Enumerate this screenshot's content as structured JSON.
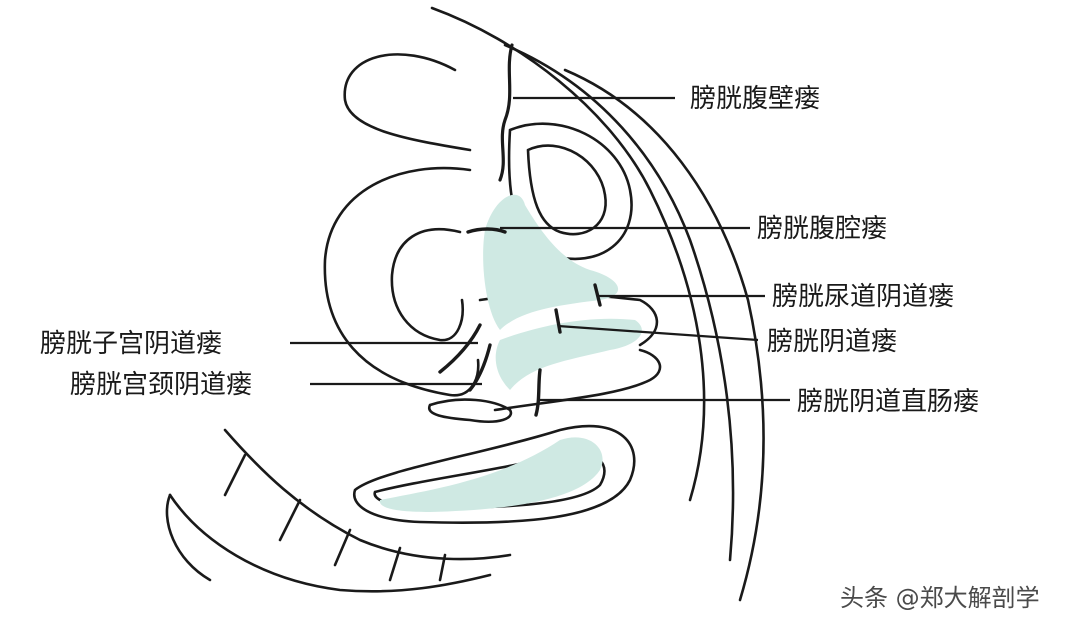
{
  "labels": {
    "bladder_abdominal_wall": "膀胱腹壁瘘",
    "bladder_peritoneal": "膀胱腹腔瘘",
    "bladder_urethra_vagina": "膀胱尿道阴道瘘",
    "bladder_vagina": "膀胱阴道瘘",
    "bladder_vagina_rectum": "膀胱阴道直肠瘘",
    "bladder_uterus_vagina": "膀胱子宫阴道瘘",
    "bladder_cervix_vagina": "膀胱宫颈阴道瘘"
  },
  "watermark": "头条 @郑大解剖学",
  "colors": {
    "line": "#1a1a1a",
    "fill_organ": "#cfe9e3",
    "background": "#ffffff"
  }
}
